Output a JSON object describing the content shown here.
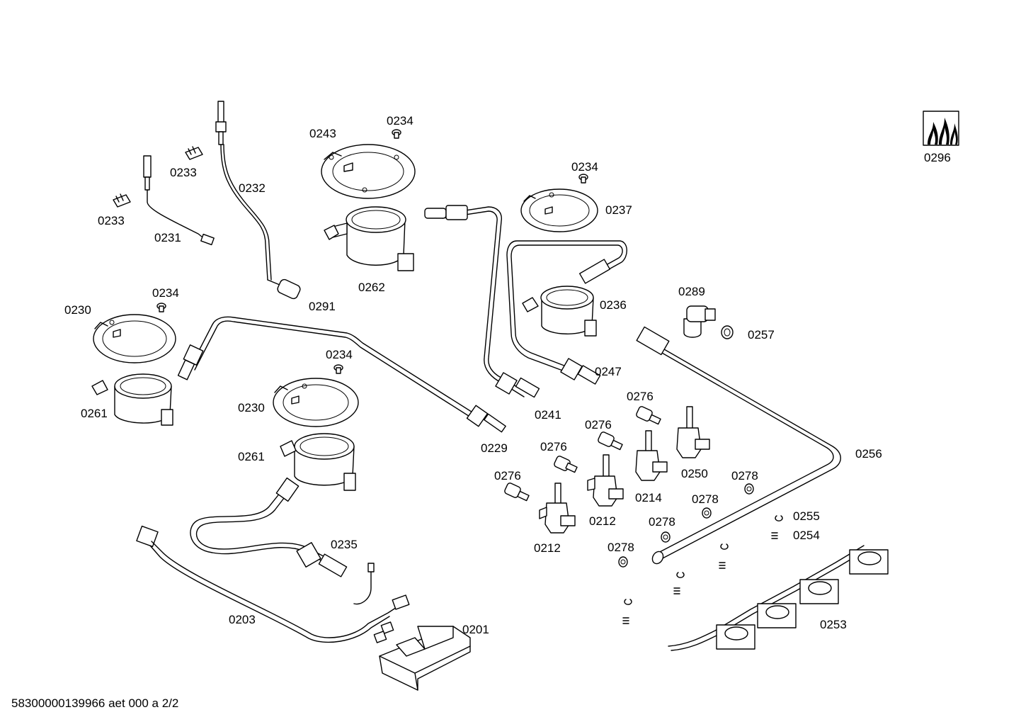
{
  "footer_text": "58300000139966 aet 000 a 2/2",
  "labels": {
    "l0296": "0296",
    "l0243": "0243",
    "l0234a": "0234",
    "l0234b": "0234",
    "l0234c": "0234",
    "l0234d": "0234",
    "l0233a": "0233",
    "l0233b": "0233",
    "l0232": "0232",
    "l0231": "0231",
    "l0237": "0237",
    "l0262": "0262",
    "l0291": "0291",
    "l0230a": "0230",
    "l0230b": "0230",
    "l0236": "0236",
    "l0289": "0289",
    "l0257": "0257",
    "l0247": "0247",
    "l0261a": "0261",
    "l0261b": "0261",
    "l0241": "0241",
    "l0276a": "0276",
    "l0276b": "0276",
    "l0276c": "0276",
    "l0276d": "0276",
    "l0229": "0229",
    "l0256": "0256",
    "l0250": "0250",
    "l0278a": "0278",
    "l0278b": "0278",
    "l0278c": "0278",
    "l0278d": "0278",
    "l0214": "0214",
    "l0212a": "0212",
    "l0212b": "0212",
    "l0255": "0255",
    "l0254": "0254",
    "l0235": "0235",
    "l0253": "0253",
    "l0203": "0203",
    "l0201": "0201"
  }
}
